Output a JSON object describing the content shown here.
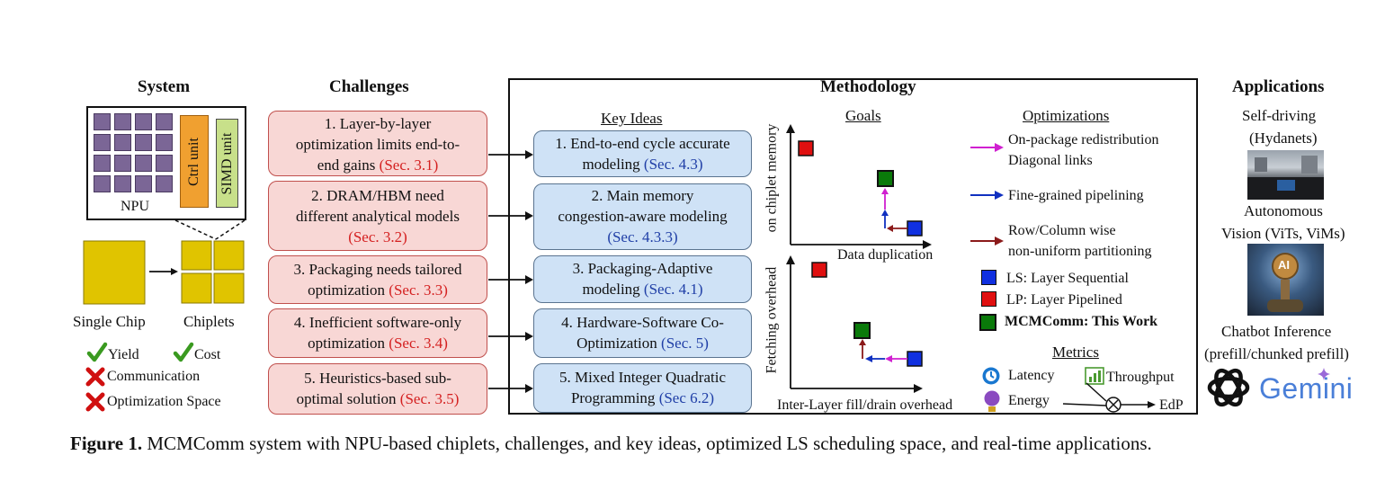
{
  "headers": {
    "system": "System",
    "challenges": "Challenges",
    "methodology": "Methodology",
    "applications": "Applications"
  },
  "system": {
    "npu_label": "NPU",
    "ctrl_unit": "Ctrl unit",
    "simd_unit": "SIMD unit",
    "single_chip": "Single Chip",
    "chiplets": "Chiplets",
    "pros": [
      "Yield",
      "Cost"
    ],
    "cons": [
      "Communication",
      "Optimization Space"
    ],
    "colors": {
      "npu_core": "#7b6696",
      "ctrl": "#f0a030",
      "simd": "#c8e08a",
      "chip": "#e0c400"
    }
  },
  "challenges": [
    {
      "l1": "1. Layer-by-layer",
      "l2": "optimization limits end-to-",
      "l3a": "end gains ",
      "l3b": "(Sec. 3.1)"
    },
    {
      "l1": "2. DRAM/HBM need",
      "l2": "different analytical models",
      "l3a": "",
      "l3b": "(Sec. 3.2)"
    },
    {
      "l1": "3. Packaging needs tailored",
      "l2a": "optimization ",
      "l2b": "(Sec. 3.3)"
    },
    {
      "l1": "4. Inefficient software-only",
      "l2a": "optimization ",
      "l2b": "(Sec. 3.4)"
    },
    {
      "l1": "5. Heuristics-based sub-",
      "l2a": "optimal solution ",
      "l2b": "(Sec. 3.5)"
    }
  ],
  "key_ideas_title": "Key Ideas",
  "key_ideas": [
    {
      "l1": "1. End-to-end cycle accurate",
      "l2a": "modeling ",
      "l2b": "(Sec. 4.3)"
    },
    {
      "l1": "2. Main memory",
      "l2": "congestion-aware modeling",
      "l3b": "(Sec. 4.3.3)"
    },
    {
      "l1": "3. Packaging-Adaptive",
      "l2a": "modeling ",
      "l2b": "(Sec. 4.1)"
    },
    {
      "l1": "4. Hardware-Software Co-",
      "l2a": "Optimization ",
      "l2b": "(Sec. 5)"
    },
    {
      "l1": "5. Mixed Integer Quadratic",
      "l2a": "Programming ",
      "l2b": "(Sec 6.2)"
    }
  ],
  "goals": {
    "title": "Goals",
    "y_top": "on chiplet memory",
    "x_top": "Data duplication",
    "y_bottom": "Fetching overhead",
    "x_bottom": "Inter-Layer fill/drain overhead"
  },
  "optimizations": {
    "title": "Optimizations",
    "items": [
      {
        "line1": "On-package redistribution",
        "line2": "Diagonal links",
        "color": "#d020d0"
      },
      {
        "line1": "Fine-grained pipelining",
        "line2": "",
        "color": "#1030c0"
      },
      {
        "line1": "Row/Column wise",
        "line2": "non-uniform partitioning",
        "color": "#8b1a1a"
      }
    ]
  },
  "legend": [
    {
      "label": "LS: Layer Sequential",
      "color": "#1030e0"
    },
    {
      "label": "LP: Layer Pipelined",
      "color": "#e01010"
    },
    {
      "label": "MCMComm: This Work",
      "color": "#0a7a0a"
    }
  ],
  "metrics": {
    "title": "Metrics",
    "latency": "Latency",
    "throughput": "Throughput",
    "energy": "Energy",
    "edp": "EdP"
  },
  "applications": {
    "items": [
      "Self-driving",
      "(Hydanets)",
      "Autonomous",
      "Vision (ViTs, ViMs)",
      "Chatbot Inference",
      "(prefill/chunked prefill)"
    ],
    "gemini": "Gemini",
    "ai_badge": "AI"
  },
  "caption": {
    "bold": "Figure 1.",
    "text": " MCMComm system with NPU-based chiplets, challenges, and key ideas, optimized LS scheduling space, and real-time applications."
  }
}
